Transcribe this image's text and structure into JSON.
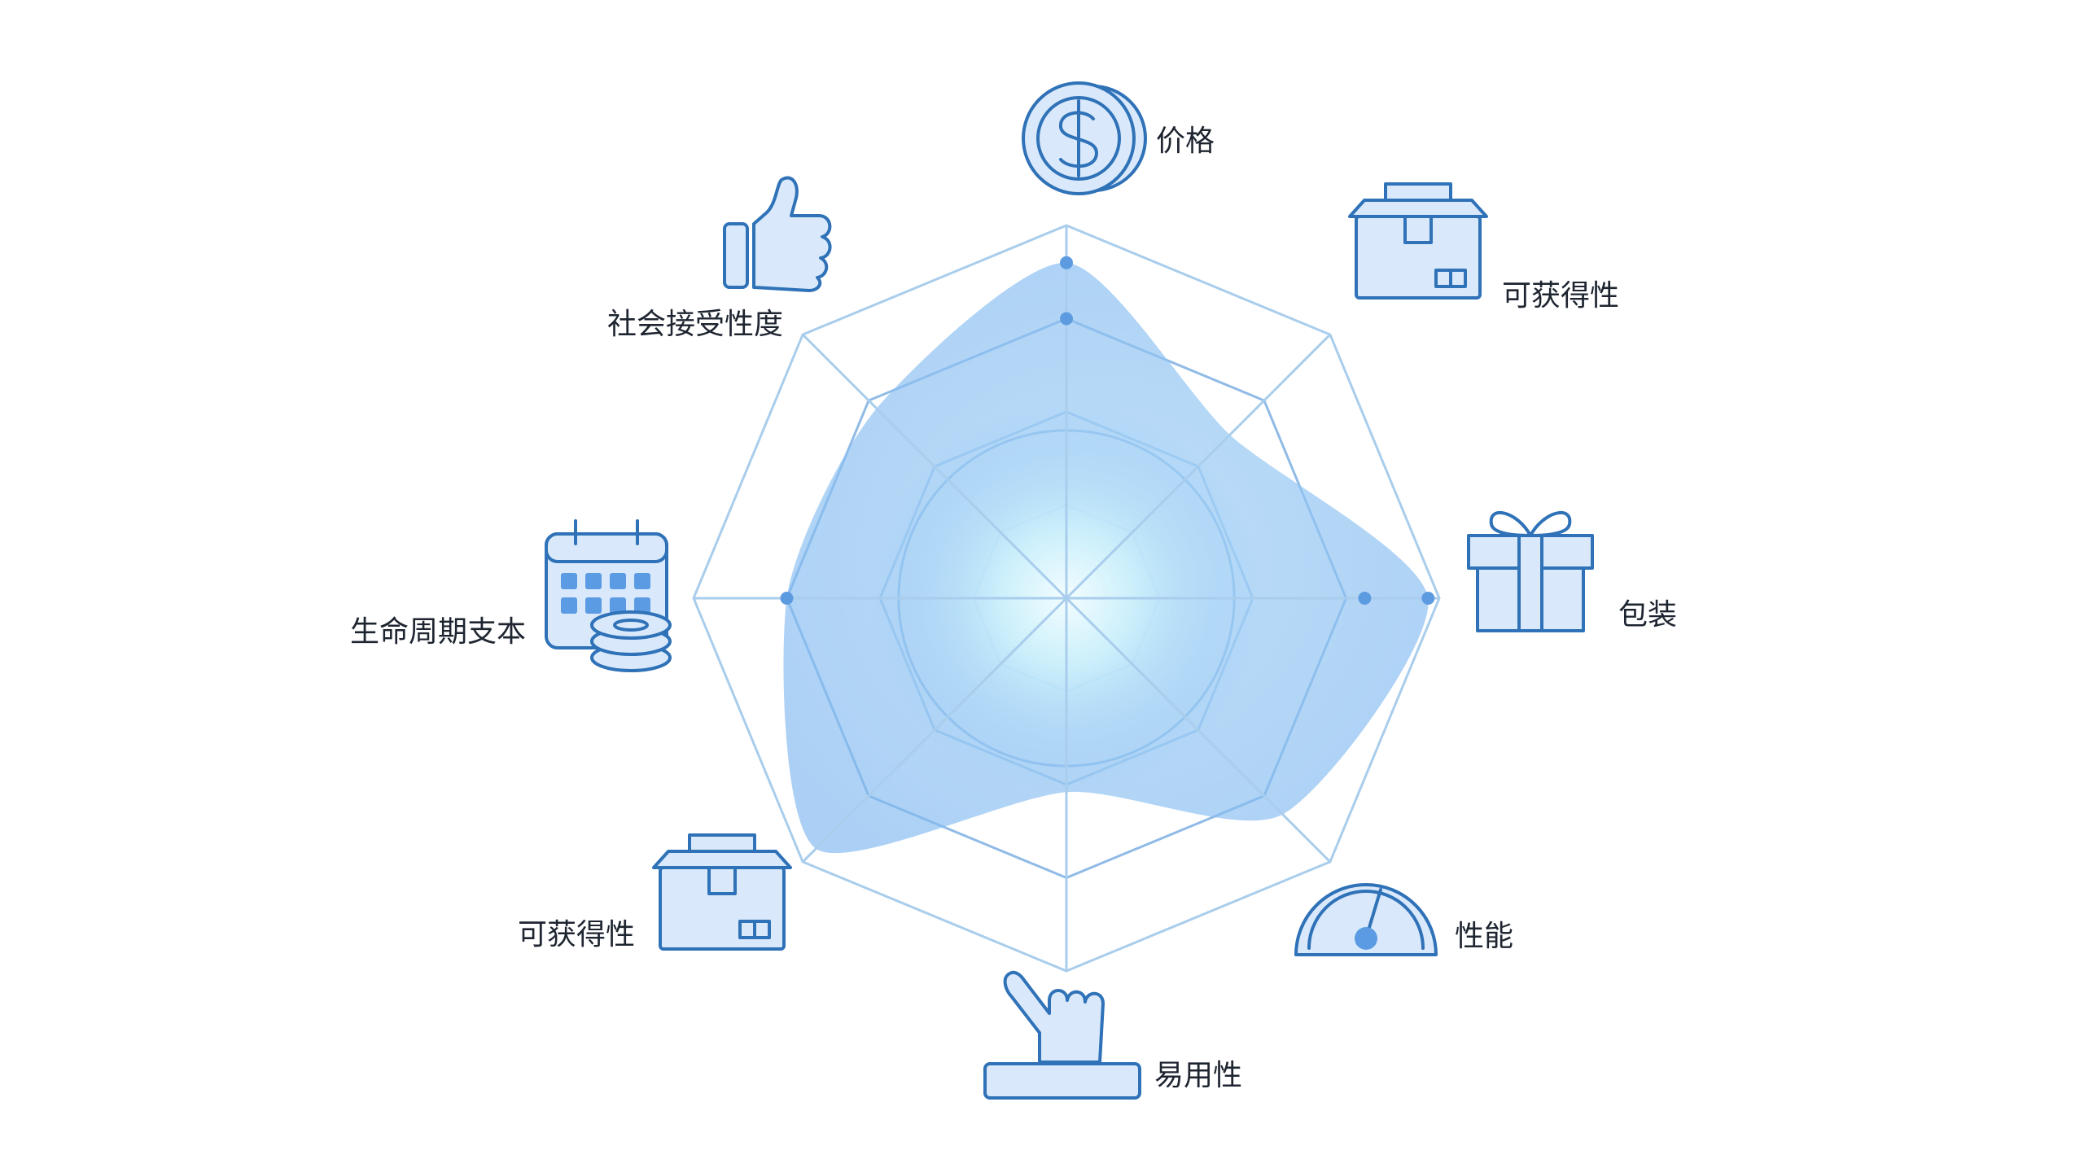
{
  "chart_data": {
    "type": "radar",
    "axes": [
      {
        "label": "价格",
        "icon": "coin-dollar-icon"
      },
      {
        "label": "可获得性",
        "icon": "box-icon"
      },
      {
        "label": "包装",
        "icon": "gift-box-icon"
      },
      {
        "label": "性能",
        "icon": "speedometer-icon"
      },
      {
        "label": "易用性",
        "icon": "pointing-hand-icon"
      },
      {
        "label": "可获得性",
        "icon": "box-icon"
      },
      {
        "label": "生命周期支本",
        "icon": "calendar-coins-icon"
      },
      {
        "label": "社会接受性度",
        "icon": "thumbs-up-icon"
      }
    ],
    "rings": 4,
    "range": [
      0,
      1
    ],
    "values": [
      0.9,
      0.62,
      0.97,
      0.82,
      0.52,
      0.95,
      0.75,
      0.72
    ],
    "marked_points": [
      {
        "axis": 0,
        "value": 0.9
      },
      {
        "axis": 0,
        "value": 0.75
      },
      {
        "axis": 2,
        "value": 0.8
      },
      {
        "axis": 2,
        "value": 0.97
      },
      {
        "axis": 6,
        "value": 0.75
      }
    ],
    "colors": {
      "fill": "#8cc0f2",
      "grid": "#a9cdec",
      "accent": "#2f72b8",
      "glow": "#e9fbff"
    }
  }
}
